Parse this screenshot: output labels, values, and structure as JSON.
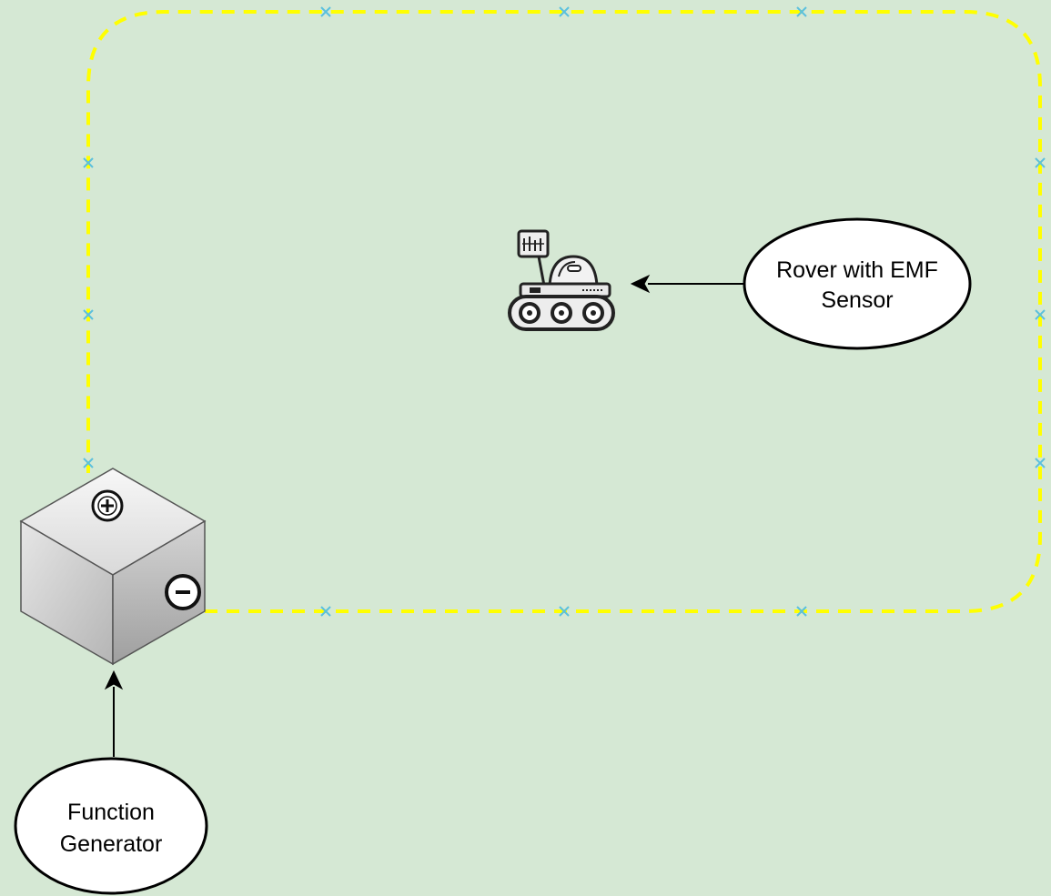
{
  "diagram": {
    "background_color": "#d5e8d4",
    "wire": {
      "color": "#ffff00",
      "style": "dashed",
      "shape": "rounded-rectangle-loop",
      "connection_point_color": "#5bc0de",
      "connection_point_icon": "x-mark-icon"
    },
    "nodes": {
      "rover": {
        "label_lines": [
          "Rover with EMF",
          "Sensor"
        ],
        "icon": "rover-icon"
      },
      "function_generator": {
        "label_lines": [
          "Function",
          "Generator"
        ],
        "icon": "battery-cube-icon",
        "terminals": {
          "positive": "plus-terminal-icon",
          "negative": "minus-terminal-icon"
        }
      }
    },
    "edges": [
      {
        "from": "rover_label",
        "to": "rover",
        "arrow": "end"
      },
      {
        "from": "function_generator_label",
        "to": "function_generator",
        "arrow": "end"
      }
    ]
  }
}
